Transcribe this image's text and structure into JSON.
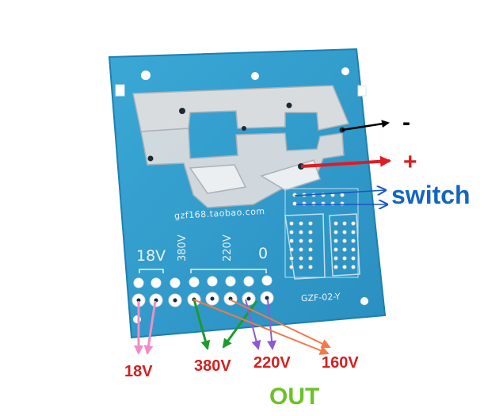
{
  "board": {
    "url_silk": "gzf168.taobao.com",
    "model_silk": "GZF-02-Y",
    "pin_labels": {
      "v18": "18V",
      "v380": "380V",
      "v220": "220V",
      "v0": "0"
    }
  },
  "annotations": {
    "minus": "-",
    "plus": "+",
    "switch": "switch",
    "out_18v": "18V",
    "out_380v": "380V",
    "out_220v": "220V",
    "out_160v": "160V",
    "out": "OUT"
  },
  "colors": {
    "board": "#2f9ccb",
    "board_edge": "#1f7fae",
    "solder": "#d9dcdf",
    "minus_arrow": "#000000",
    "plus_arrow": "#e11b22",
    "switch_arrow": "#1a56c9",
    "v18_arrow": "#f28cc4",
    "v380_arrow": "#1e9a2e",
    "v220_arrow": "#8d5ad6",
    "v160_arrow": "#f07a4c",
    "out_text": "#6cc229",
    "red_text": "#d42020",
    "switch_text": "#1565c0"
  }
}
